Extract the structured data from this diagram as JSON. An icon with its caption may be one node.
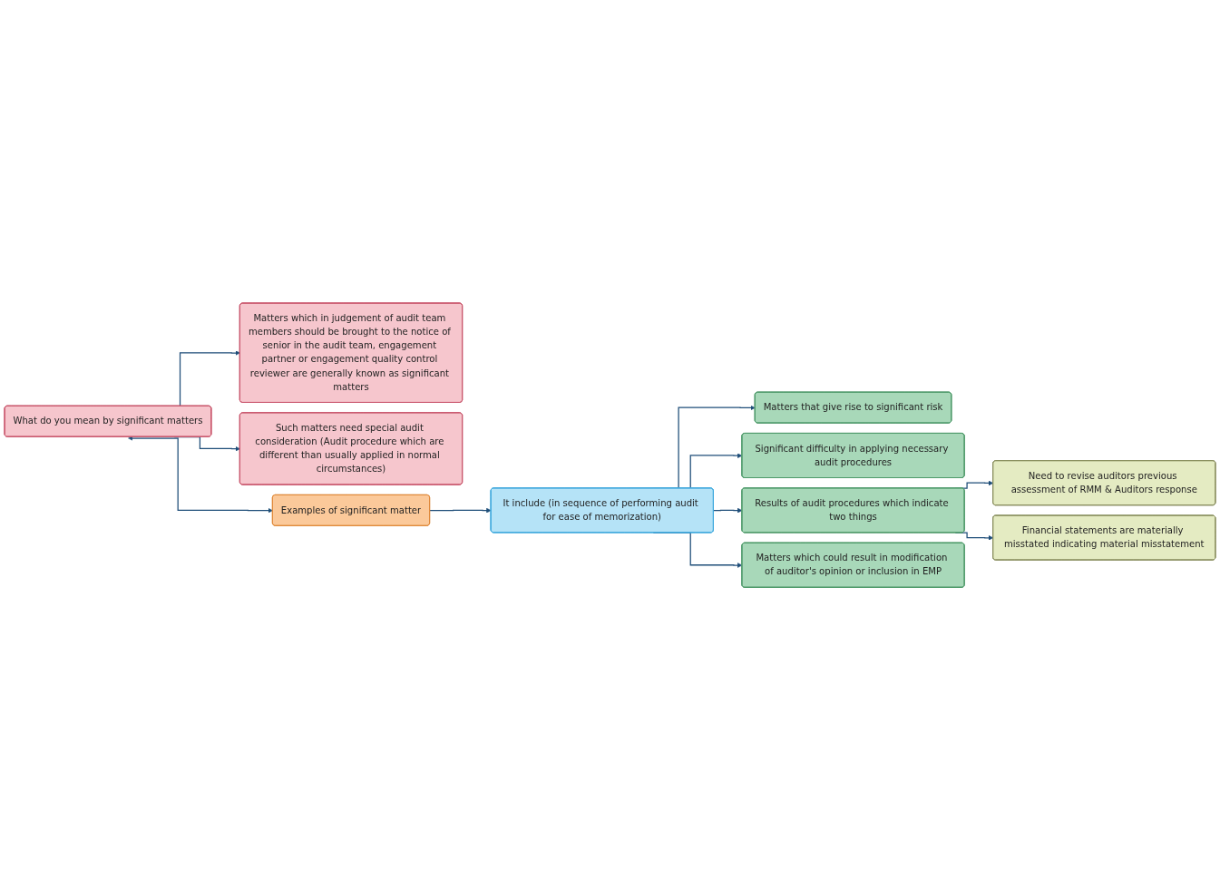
{
  "diagram": {
    "nodes": [
      {
        "text": [
          "What do you mean by significant matters"
        ]
      },
      {
        "text": [
          "Matters which in judgement of audit team members should be brought to the notice of senior in the audit team, engagement partner or engagement quality control reviewer are generally known as significant matters"
        ]
      },
      {
        "text": [
          "Such matters need special audit consideration (Audit procedure which are different than usually applied in normal circumstances)"
        ]
      },
      {
        "text": [
          "Examples of significant matter"
        ]
      },
      {
        "text": [
          "It include (in sequence of performing audit for ease of memorization)"
        ]
      },
      {
        "text": [
          "Matters that give rise to significant risk"
        ]
      },
      {
        "text": [
          "Significant difficulty in applying necessary audit procedures"
        ]
      },
      {
        "text": [
          "Results of audit procedures which indicate two things"
        ]
      },
      {
        "text": [
          "Need to revise auditors previous assessment of RMM & Auditors response"
        ]
      },
      {
        "text": [
          "Financial statements are materially misstated indicating material misstatement"
        ]
      },
      {
        "text": [
          "Matters which could result in modification of auditor's opinion or inclusion in EMP"
        ]
      }
    ],
    "edges": [
      {
        "from": 0,
        "to": 3,
        "arrow": "both"
      },
      {
        "from": 0,
        "to": 1,
        "arrow": "to"
      },
      {
        "from": 0,
        "to": 2,
        "arrow": "to"
      },
      {
        "from": 3,
        "to": 4,
        "arrow": "to"
      },
      {
        "from": 4,
        "to": 5,
        "arrow": "to"
      },
      {
        "from": 4,
        "to": 6,
        "arrow": "to"
      },
      {
        "from": 4,
        "to": 7,
        "arrow": "to"
      },
      {
        "from": 7,
        "to": 8,
        "arrow": "to"
      },
      {
        "from": 7,
        "to": 9,
        "arrow": "to"
      },
      {
        "from": 4,
        "to": 10,
        "arrow": "to"
      }
    ]
  }
}
